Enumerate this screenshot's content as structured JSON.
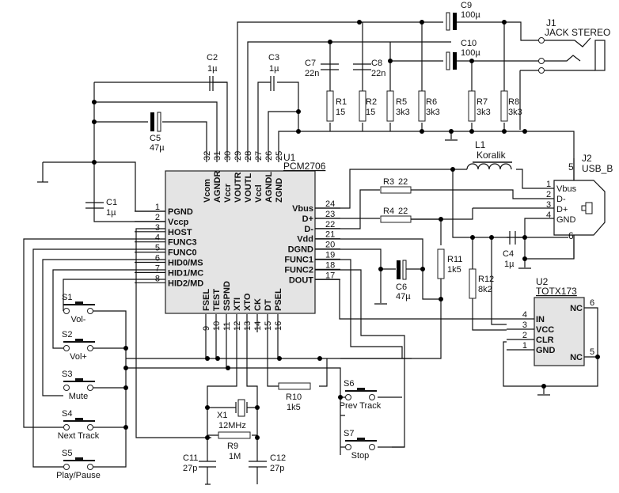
{
  "u1": {
    "ref": "U1",
    "part": "PCM2706",
    "left_pins": [
      {
        "num": "1",
        "name": "PGND"
      },
      {
        "num": "2",
        "name": "Vccp"
      },
      {
        "num": "3",
        "name": "HOST"
      },
      {
        "num": "4",
        "name": "FUNC3"
      },
      {
        "num": "5",
        "name": "FUNC0"
      },
      {
        "num": "6",
        "name": "HID0/MS"
      },
      {
        "num": "7",
        "name": "HID1/MC"
      },
      {
        "num": "8",
        "name": "HID2/MD"
      }
    ],
    "right_pins": [
      {
        "num": "24",
        "name": "Vbus"
      },
      {
        "num": "23",
        "name": "D+"
      },
      {
        "num": "22",
        "name": "D-"
      },
      {
        "num": "21",
        "name": "Vdd"
      },
      {
        "num": "20",
        "name": "DGND"
      },
      {
        "num": "19",
        "name": "FUNC1"
      },
      {
        "num": "18",
        "name": "FUNC2"
      },
      {
        "num": "17",
        "name": "DOUT"
      }
    ],
    "top_pins": [
      {
        "num": "32",
        "name": "Vcom"
      },
      {
        "num": "31",
        "name": "AGNDR"
      },
      {
        "num": "30",
        "name": "Vccr"
      },
      {
        "num": "29",
        "name": "VOUTR"
      },
      {
        "num": "28",
        "name": "VOUTL"
      },
      {
        "num": "27",
        "name": "Vccl"
      },
      {
        "num": "26",
        "name": "AGNDL"
      },
      {
        "num": "25",
        "name": "ZGND"
      }
    ],
    "bottom_pins": [
      {
        "num": "9",
        "name": "FSEL"
      },
      {
        "num": "10",
        "name": "TEST"
      },
      {
        "num": "11",
        "name": "SSPND"
      },
      {
        "num": "12",
        "name": "XTI"
      },
      {
        "num": "13",
        "name": "XTO"
      },
      {
        "num": "14",
        "name": "CK"
      },
      {
        "num": "15",
        "name": "DT"
      },
      {
        "num": "16",
        "name": "PSEL"
      }
    ]
  },
  "u2": {
    "ref": "U2",
    "part": "TOTX173",
    "left_pins": [
      {
        "num": "4",
        "name": "IN"
      },
      {
        "num": "3",
        "name": "VCC"
      },
      {
        "num": "2",
        "name": "CLR"
      },
      {
        "num": "1",
        "name": "GND"
      }
    ],
    "right_pins": [
      {
        "num": "6",
        "name": "NC"
      },
      {
        "num": "5",
        "name": "NC"
      }
    ]
  },
  "j1": {
    "ref": "J1",
    "part": "JACK STEREO"
  },
  "j2": {
    "ref": "J2",
    "part": "USB_B",
    "pins": [
      {
        "num": "1",
        "name": "Vbus"
      },
      {
        "num": "2",
        "name": "D-"
      },
      {
        "num": "3",
        "name": "D+"
      },
      {
        "num": "4",
        "name": "GND"
      }
    ],
    "shield_pins": [
      "5",
      "6"
    ]
  },
  "l1": {
    "ref": "L1",
    "value": "Koralik"
  },
  "x1": {
    "ref": "X1",
    "value": "12MHz"
  },
  "capacitors": {
    "c1": {
      "ref": "C1",
      "value": "1µ"
    },
    "c2": {
      "ref": "C2",
      "value": "1µ"
    },
    "c3": {
      "ref": "C3",
      "value": "1µ"
    },
    "c4": {
      "ref": "C4",
      "value": "1µ"
    },
    "c5": {
      "ref": "C5",
      "value": "47µ"
    },
    "c6": {
      "ref": "C6",
      "value": "47µ"
    },
    "c7": {
      "ref": "C7",
      "value": "22n"
    },
    "c8": {
      "ref": "C8",
      "value": "22n"
    },
    "c9": {
      "ref": "C9",
      "value": "100µ"
    },
    "c10": {
      "ref": "C10",
      "value": "100µ"
    },
    "c11": {
      "ref": "C11",
      "value": "27p"
    },
    "c12": {
      "ref": "C12",
      "value": "27p"
    }
  },
  "resistors": {
    "r1": {
      "ref": "R1",
      "value": "15"
    },
    "r2": {
      "ref": "R2",
      "value": "15"
    },
    "r3": {
      "ref": "R3",
      "value": "22"
    },
    "r4": {
      "ref": "R4",
      "value": "22"
    },
    "r5": {
      "ref": "R5",
      "value": "3k3"
    },
    "r6": {
      "ref": "R6",
      "value": "3k3"
    },
    "r7": {
      "ref": "R7",
      "value": "3k3"
    },
    "r8": {
      "ref": "R8",
      "value": "3k3"
    },
    "r9": {
      "ref": "R9",
      "value": "1M"
    },
    "r10": {
      "ref": "R10",
      "value": "1k5"
    },
    "r11": {
      "ref": "R11",
      "value": "1k5"
    },
    "r12": {
      "ref": "R12",
      "value": "8k2"
    }
  },
  "switches": {
    "s1": {
      "ref": "S1",
      "label": "Vol-"
    },
    "s2": {
      "ref": "S2",
      "label": "Vol+"
    },
    "s3": {
      "ref": "S3",
      "label": "Mute"
    },
    "s4": {
      "ref": "S4",
      "label": "Next Track"
    },
    "s5": {
      "ref": "S5",
      "label": "Play/Pause"
    },
    "s6": {
      "ref": "S6",
      "label": "Prev Track"
    },
    "s7": {
      "ref": "S7",
      "label": "Stop"
    }
  }
}
